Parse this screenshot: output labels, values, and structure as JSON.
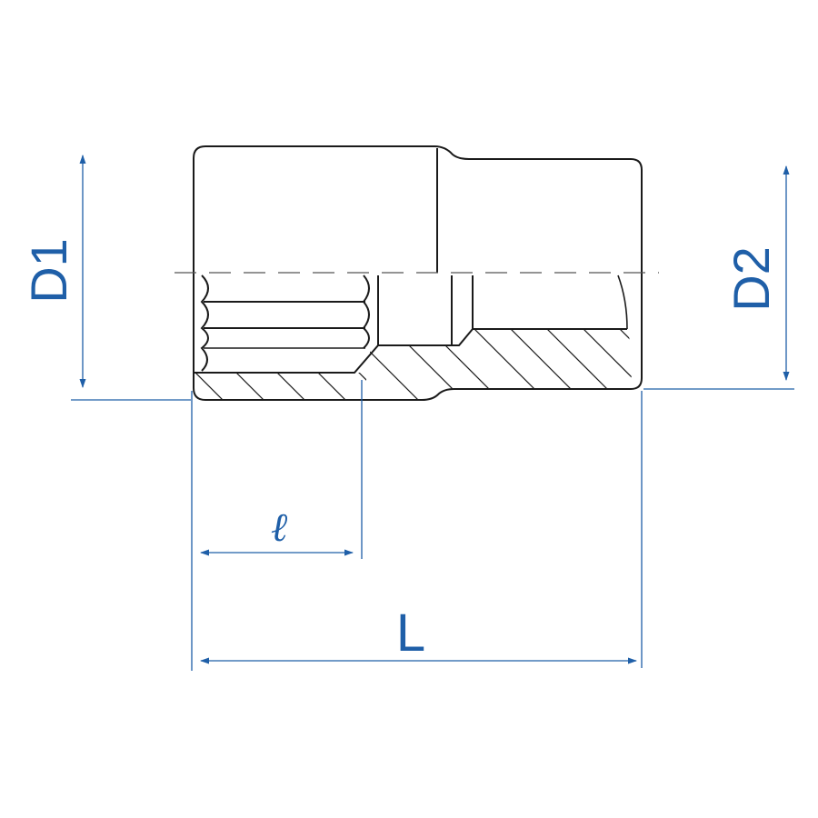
{
  "labels": {
    "d1": "D1",
    "d2": "D2",
    "small_l": "ℓ",
    "big_l": "L"
  },
  "colors": {
    "outline": "#1a1a1a",
    "dimension": "#1f5fa8",
    "centerline": "#555555",
    "background": "#ffffff"
  }
}
